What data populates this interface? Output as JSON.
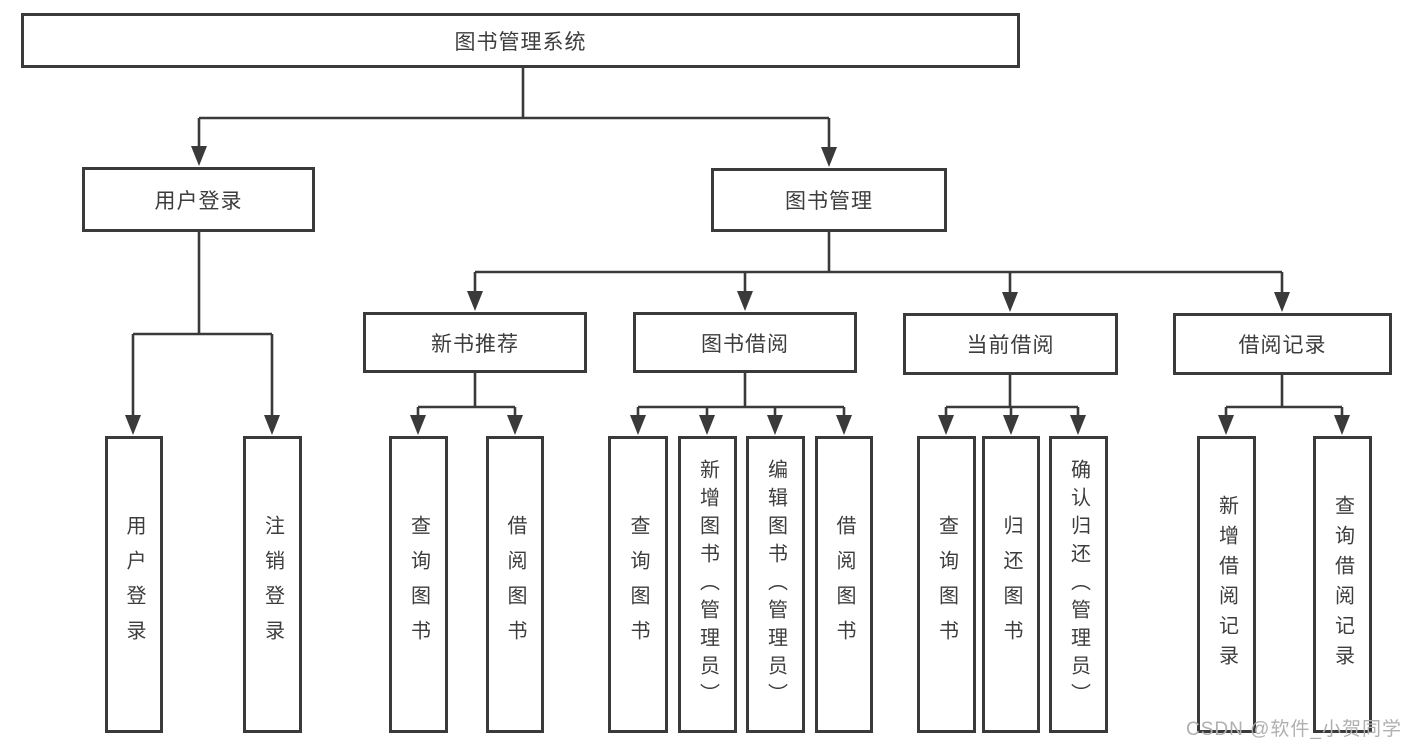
{
  "colors": {
    "line": "#3a3a3a",
    "box_border": "#3a3a3a",
    "text": "#3d3d3d",
    "watermark": "#b0b0b0"
  },
  "diagram": {
    "root": {
      "label": "图书管理系统"
    },
    "level2": {
      "user_login": {
        "label": "用户登录"
      },
      "book_mgmt": {
        "label": "图书管理"
      }
    },
    "level3": {
      "new_books": {
        "label": "新书推荐"
      },
      "book_borrow": {
        "label": "图书借阅"
      },
      "current_borrow": {
        "label": "当前借阅"
      },
      "borrow_records": {
        "label": "借阅记录"
      }
    },
    "leaves": {
      "user_login": [
        "用户登录",
        "注销登录"
      ],
      "new_books": [
        "查询图书",
        "借阅图书"
      ],
      "book_borrow": [
        "查询图书",
        "新增图书（管理员）",
        "编辑图书（管理员）",
        "借阅图书"
      ],
      "current_borrow": [
        "查询图书",
        "归还图书",
        "确认归还（管理员）"
      ],
      "borrow_records": [
        "新增借阅记录",
        "查询借阅记录"
      ]
    }
  },
  "watermark": {
    "text": "CSDN @软件_小贺同学"
  }
}
